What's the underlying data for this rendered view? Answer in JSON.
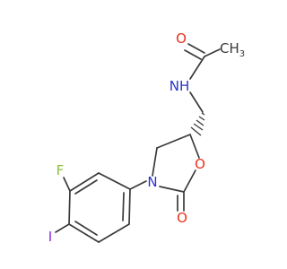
{
  "molecule": {
    "atoms": {
      "oxygen_acetyl": "O",
      "methyl": "CH",
      "methyl_subscript": "3",
      "amide_nitrogen": "NH",
      "ring_oxygen": "O",
      "ring_nitrogen": "N",
      "carbonyl_oxygen": "O",
      "fluorine": "F",
      "iodine": "I"
    },
    "colors": {
      "bond": "#3a3a3a",
      "carbon_text": "#3a3a3a",
      "oxygen": "#e8311a",
      "nitrogen": "#2a33c9",
      "fluorine": "#8dbf3c",
      "iodine": "#8a2be2"
    }
  }
}
